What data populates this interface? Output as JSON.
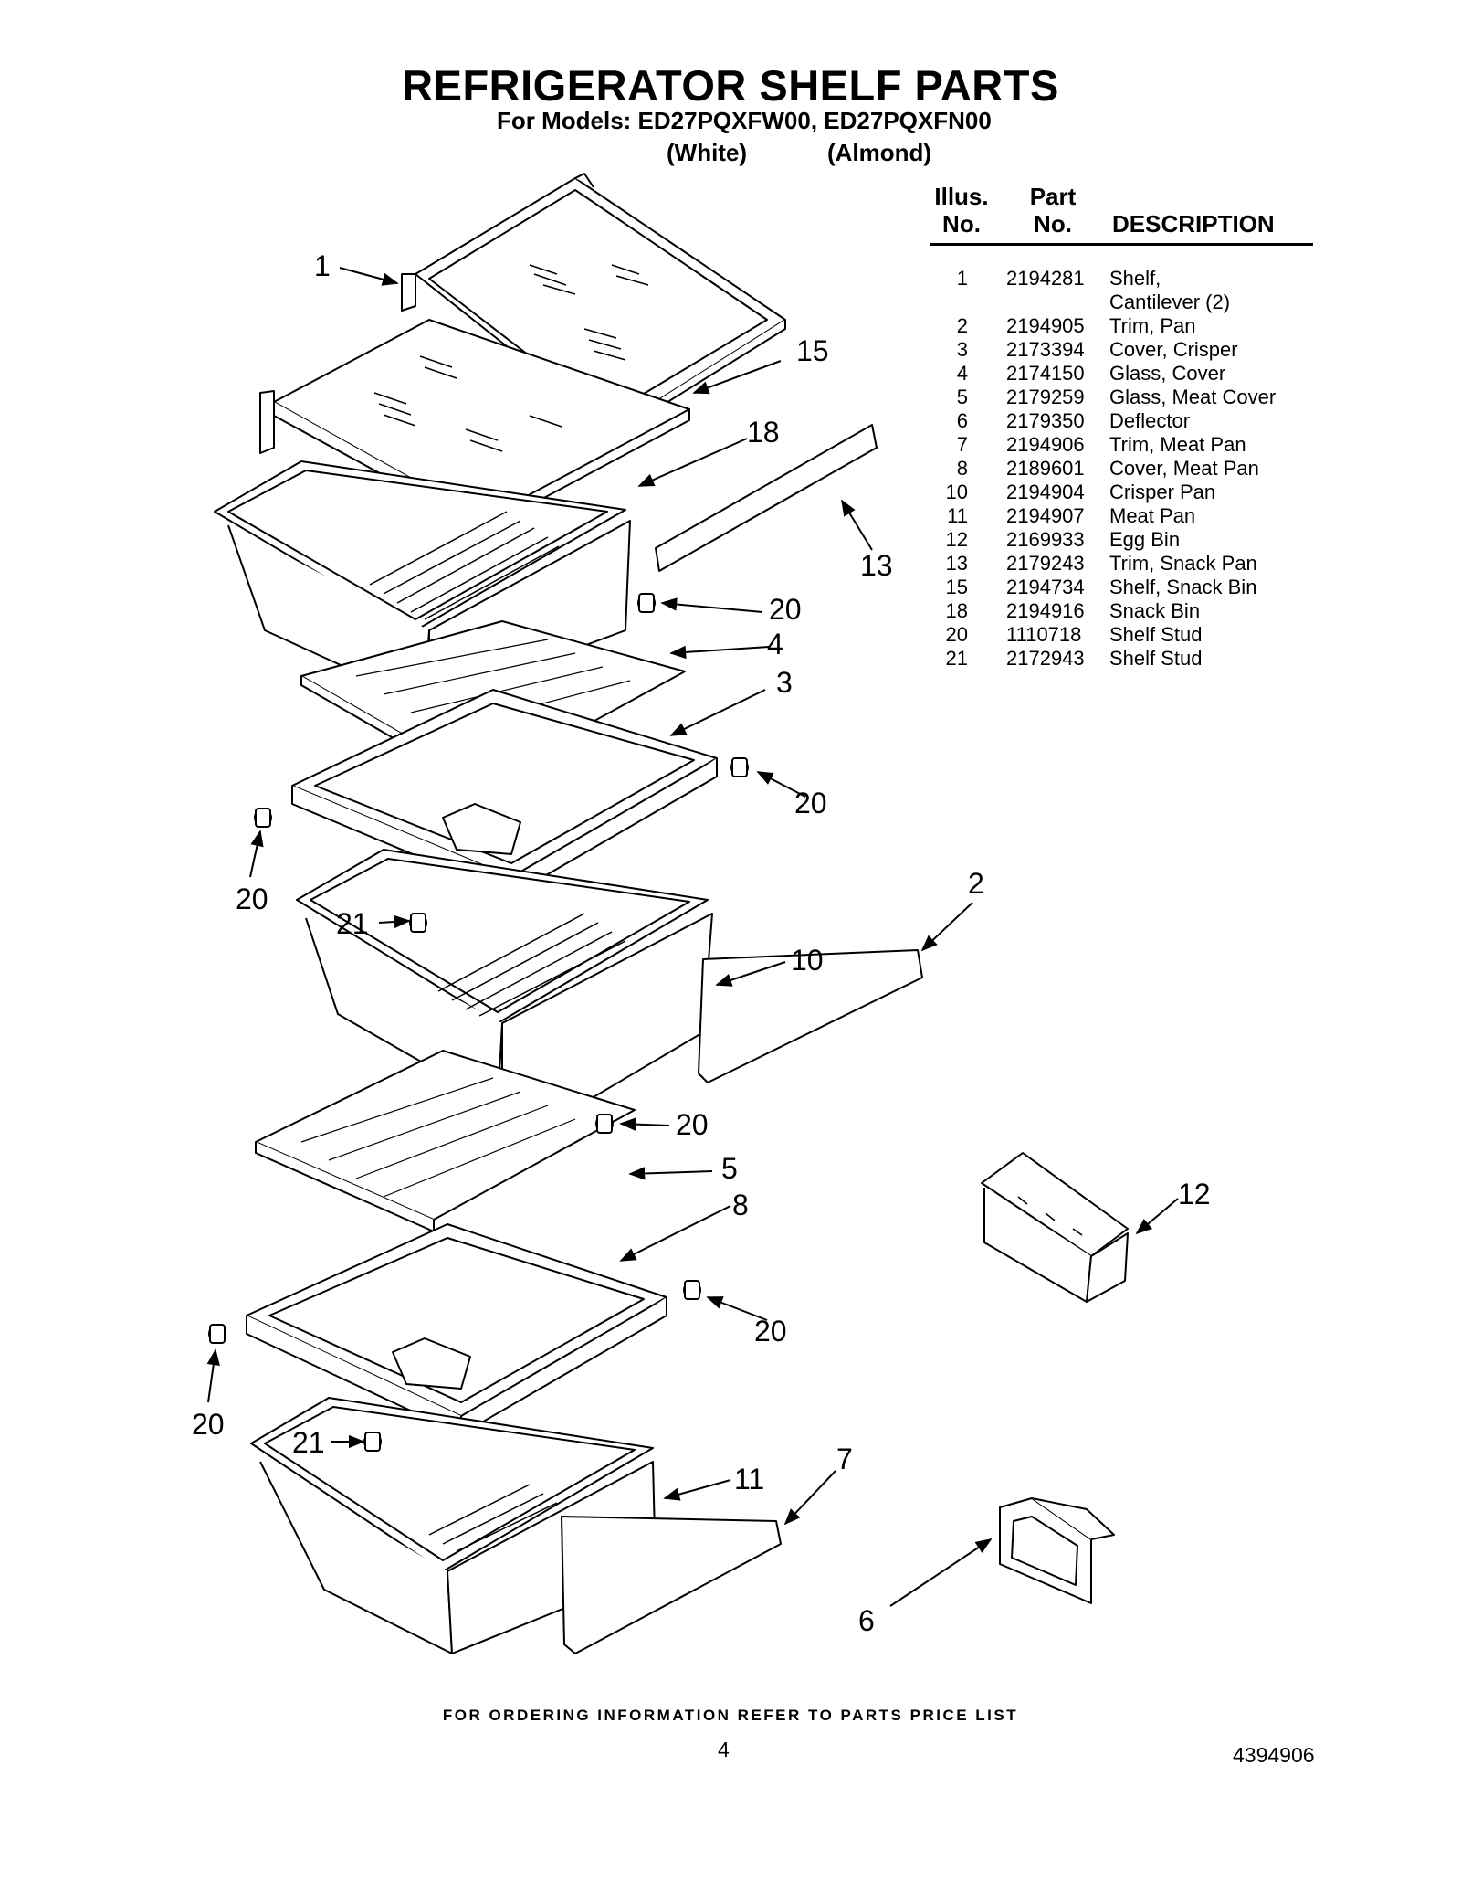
{
  "header": {
    "title": "REFRIGERATOR SHELF PARTS",
    "subtitle": "For Models: ED27PQXFW00, ED27PQXFN00",
    "variant_white": "(White)",
    "variant_almond": "(Almond)"
  },
  "parts_table": {
    "col_illus": [
      "Illus.",
      "No."
    ],
    "col_part": [
      "Part",
      "No."
    ],
    "col_desc": "DESCRIPTION",
    "rows": [
      {
        "illus": "1",
        "part": "2194281",
        "desc": "Shelf,",
        "desc2": "Cantilever (2)"
      },
      {
        "illus": "2",
        "part": "2194905",
        "desc": "Trim, Pan"
      },
      {
        "illus": "3",
        "part": "2173394",
        "desc": "Cover, Crisper"
      },
      {
        "illus": "4",
        "part": "2174150",
        "desc": "Glass, Cover"
      },
      {
        "illus": "5",
        "part": "2179259",
        "desc": "Glass, Meat Cover"
      },
      {
        "illus": "6",
        "part": "2179350",
        "desc": "Deflector"
      },
      {
        "illus": "7",
        "part": "2194906",
        "desc": "Trim, Meat Pan"
      },
      {
        "illus": "8",
        "part": "2189601",
        "desc": "Cover, Meat Pan"
      },
      {
        "illus": "10",
        "part": "2194904",
        "desc": "Crisper Pan"
      },
      {
        "illus": "11",
        "part": "2194907",
        "desc": "Meat Pan"
      },
      {
        "illus": "12",
        "part": "2169933",
        "desc": "Egg Bin"
      },
      {
        "illus": "13",
        "part": "2179243",
        "desc": "Trim, Snack Pan"
      },
      {
        "illus": "15",
        "part": "2194734",
        "desc": "Shelf, Snack Bin"
      },
      {
        "illus": "18",
        "part": "2194916",
        "desc": "Snack Bin"
      },
      {
        "illus": "20",
        "part": "1110718",
        "desc": "Shelf Stud"
      },
      {
        "illus": "21",
        "part": "2172943",
        "desc": "Shelf Stud"
      }
    ]
  },
  "callouts": {
    "c1": "1",
    "c15": "15",
    "c18": "18",
    "c13": "13",
    "c20a": "20",
    "c4": "4",
    "c3": "3",
    "c20b": "20",
    "c20c": "20",
    "c21a": "21",
    "c2": "2",
    "c10": "10",
    "c20d": "20",
    "c5": "5",
    "c8": "8",
    "c12": "12",
    "c20e": "20",
    "c20f": "20",
    "c21b": "21",
    "c11": "11",
    "c7": "7",
    "c6": "6"
  },
  "footer": {
    "note": "FOR ORDERING INFORMATION REFER TO PARTS PRICE LIST",
    "page_number": "4",
    "doc_number": "4394906"
  }
}
